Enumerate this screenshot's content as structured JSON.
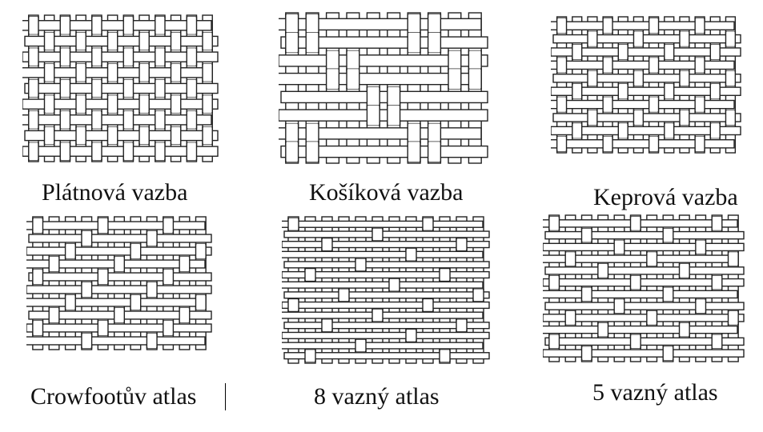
{
  "captions": {
    "plain": "Plátnová vazba",
    "basket": "Košíková vazba",
    "twill": "Keprová vazba",
    "crowfoot": "Crowfootův atlas",
    "satin8": "8 vazný atlas",
    "satin5": "5 vazný atlas"
  },
  "weaves": {
    "plain": {
      "cols": 12,
      "rows": 9,
      "float": 1,
      "step": 1,
      "group": 1
    },
    "basket": {
      "cols": 10,
      "rows": 8,
      "float": 2,
      "step": 2,
      "group": 2
    },
    "twill": {
      "cols": 12,
      "rows": 10,
      "float": 2,
      "step": 1,
      "group": 1
    },
    "crowfoot": {
      "cols": 11,
      "rows": 10,
      "float": 3,
      "step": 1,
      "group": 1
    },
    "satin8": {
      "cols": 12,
      "rows": 14,
      "float": 7,
      "step": 3,
      "group": 1
    },
    "satin5": {
      "cols": 12,
      "rows": 12,
      "float": 4,
      "step": 2,
      "group": 1
    }
  }
}
